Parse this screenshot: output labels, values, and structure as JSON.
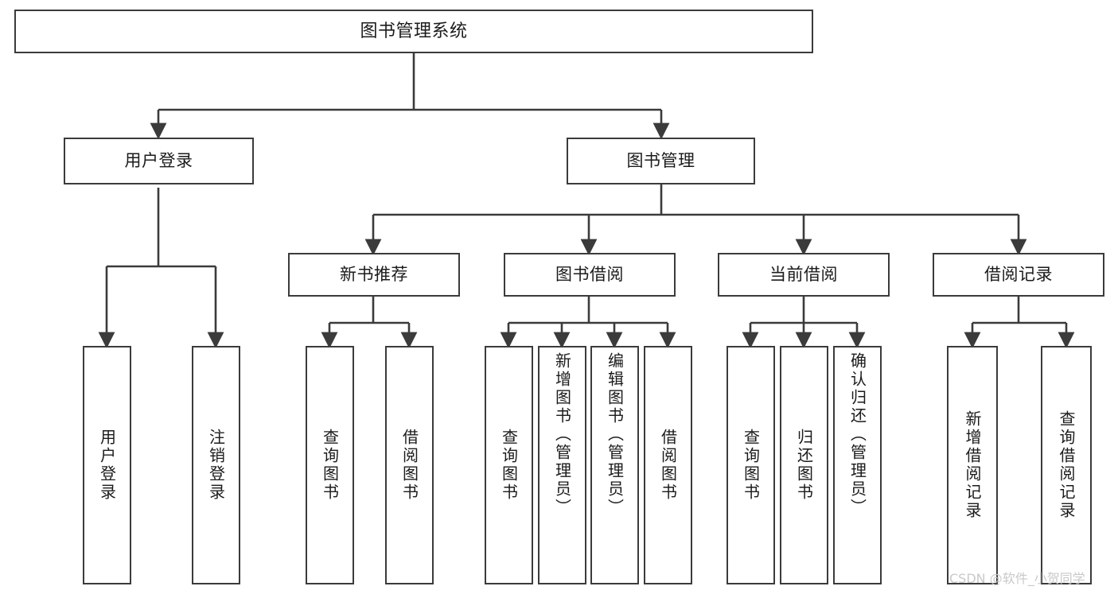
{
  "diagram": {
    "title": "图书管理系统",
    "type": "tree-hierarchy",
    "colors": {
      "background": "#ffffff",
      "box_border": "#3b3b3b",
      "box_fill": "#ffffff",
      "text": "#1b1b1b",
      "connector": "#3b3b3b",
      "watermark": "#c9c9c9"
    },
    "root": {
      "label": "图书管理系统"
    },
    "tier2": [
      {
        "label": "用户登录"
      },
      {
        "label": "图书管理"
      }
    ],
    "tier3": [
      {
        "label": "新书推荐"
      },
      {
        "label": "图书借阅"
      },
      {
        "label": "当前借阅"
      },
      {
        "label": "借阅记录"
      }
    ],
    "leaves": {
      "user_login": [
        {
          "label": "用户登录"
        },
        {
          "label": "注销登录"
        }
      ],
      "new_book_recommend": [
        {
          "label": "查询图书"
        },
        {
          "label": "借阅图书"
        }
      ],
      "book_borrow": [
        {
          "label": "查询图书"
        },
        {
          "label": "新增图书（管理员）"
        },
        {
          "label": "编辑图书（管理员）"
        },
        {
          "label": "借阅图书"
        }
      ],
      "current_borrow": [
        {
          "label": "查询图书"
        },
        {
          "label": "归还图书"
        },
        {
          "label": "确认归还（管理员）"
        }
      ],
      "borrow_record": [
        {
          "label": "新增借阅记录"
        },
        {
          "label": "查询借阅记录"
        }
      ]
    }
  },
  "watermark": {
    "text": "CSDN @软件_小贺同学"
  }
}
